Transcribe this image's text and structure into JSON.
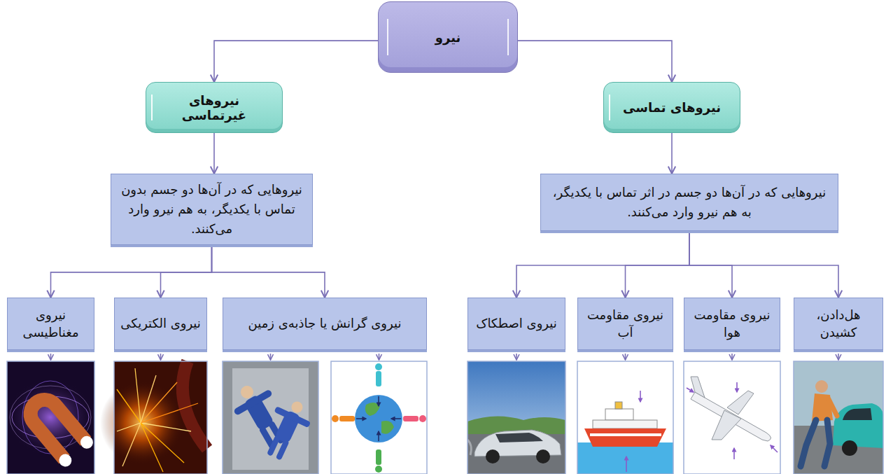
{
  "diagram": {
    "nodes": [
      {
        "text": [
          "نیرو"
        ]
      },
      {
        "text": [
          "نیروهای تماسی"
        ]
      },
      {
        "text": [
          "نیروهای غیرتماسی"
        ]
      },
      {
        "text": [
          "نیروهایی که در آن‌ها دو جسم در اثر تماس با یکدیگر، به هم نیرو وارد می‌کنند."
        ]
      },
      {
        "text": [
          "نیروهایی که در آن‌ها دو جسم بدون تماس با یکدیگر، به هم نیرو وارد می‌کنند."
        ]
      },
      {
        "text": [
          "هل‌دادن، کشیدن"
        ]
      },
      {
        "text": [
          "نیروی مقاومت هوا"
        ]
      },
      {
        "text": [
          "نیروی مقاومت آب"
        ]
      },
      {
        "text": [
          "نیروی اصطکاک"
        ]
      },
      {
        "text": [
          "نیروی گرانش یا جاذبه‌ی زمین"
        ]
      },
      {
        "text": [
          "نیروی الکتریکی"
        ]
      },
      {
        "text": [
          "نیروی مغناطیسی"
        ]
      }
    ],
    "edges": [
      {
        "from": 0,
        "to": 1,
        "arrow": "to"
      },
      {
        "from": 0,
        "to": 2,
        "arrow": "to"
      },
      {
        "from": 1,
        "to": 3,
        "arrow": "to"
      },
      {
        "from": 2,
        "to": 4,
        "arrow": "to"
      },
      {
        "from": 3,
        "to": 5,
        "arrow": "to"
      },
      {
        "from": 3,
        "to": 6,
        "arrow": "to"
      },
      {
        "from": 3,
        "to": 7,
        "arrow": "to"
      },
      {
        "from": 3,
        "to": 8,
        "arrow": "to"
      },
      {
        "from": 4,
        "to": 9,
        "arrow": "to"
      },
      {
        "from": 4,
        "to": 10,
        "arrow": "to"
      },
      {
        "from": 4,
        "to": 11,
        "arrow": "to"
      }
    ]
  }
}
